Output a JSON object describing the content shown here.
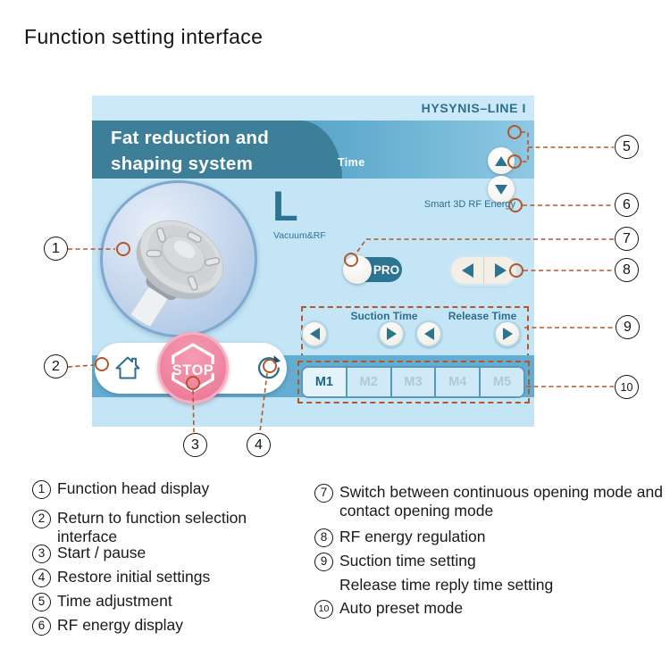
{
  "page": {
    "title": "Function setting interface"
  },
  "device_ui": {
    "brand": "HYSYNIS–LINE I",
    "banner_line1": "Fat reduction and",
    "banner_line2": "shaping system",
    "time_label": "Time",
    "head_size": "L",
    "head_mode": "Vacuum&RF",
    "rf_energy_label": "Smart 3D RF Energy",
    "pro_button": "PRO",
    "suction_time_label": "Suction Time",
    "release_time_label": "Release Time",
    "stop_button": "STOP",
    "preset_labels": [
      "M1",
      "M2",
      "M3",
      "M4",
      "M5"
    ],
    "active_preset": "M1"
  },
  "callouts": [
    "1",
    "2",
    "3",
    "4",
    "5",
    "6",
    "7",
    "8",
    "9",
    "10"
  ],
  "legend": {
    "left": [
      {
        "num": "1",
        "text": "Function head display"
      },
      {
        "num": "2",
        "text": "Return to function selection interface"
      },
      {
        "num": "3",
        "text": "Start / pause"
      },
      {
        "num": "4",
        "text": "Restore initial settings"
      },
      {
        "num": "5",
        "text": "Time adjustment"
      },
      {
        "num": "6",
        "text": "RF energy display"
      }
    ],
    "right": [
      {
        "num": "7",
        "text": "Switch between continuous opening mode and contact opening mode"
      },
      {
        "num": "8",
        "text": "RF energy regulation"
      },
      {
        "num": "9",
        "text": "Suction time setting"
      },
      {
        "num": "",
        "text": "Release time reply time setting"
      },
      {
        "num": "10",
        "text": "Auto preset mode"
      }
    ]
  },
  "colors": {
    "callout_accent": "#b3572a",
    "teal_dark": "#2d6e8d",
    "band_teal": "#3d7e99",
    "panel_blue": "#c3e5f5",
    "stop_pink": "#ee7f9a",
    "active_preset_text": "#1c6682"
  }
}
